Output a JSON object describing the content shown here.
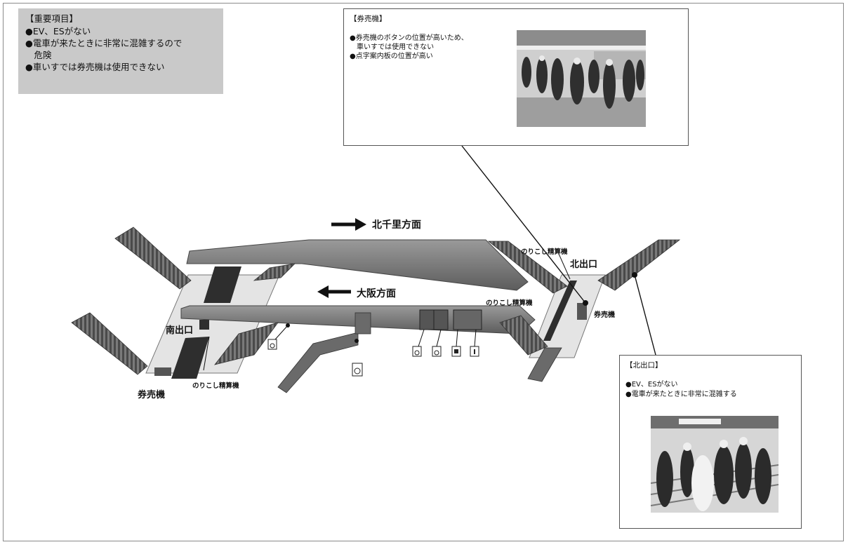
{
  "important_items": {
    "title": "【重要項目】",
    "items": [
      "●EV、ESがない",
      "●電車が来たときに非常に混雑するので\n　危険",
      "●車いすでは券売機は使用できない"
    ]
  },
  "ticket_machine_callout": {
    "title": "【券売機】",
    "items": [
      "●券売機のボタンの位置が高いため、\n　車いすでは使用できない",
      "●点字案内板の位置が高い"
    ]
  },
  "north_exit_callout": {
    "title": "【北出口】",
    "items": [
      "●EV、ESがない",
      "●電車が来たときに非常に混雑する"
    ]
  },
  "diagram_labels": {
    "direction_north": "北千里方面",
    "direction_osaka": "大阪方面",
    "north_exit": "北出口",
    "south_exit": "南出口",
    "fare_adjust_top": "のりこし精算機",
    "fare_adjust_mid": "のりこし精算機",
    "fare_adjust_bottom": "のりこし精算機",
    "ticket_machine_right": "券売機",
    "ticket_machine_left": "券売機"
  },
  "colors": {
    "keybox_bg": "#c9c9c9",
    "platform": "#7d7d7d",
    "floor": "#e4e4e4",
    "dark_block": "#2e2e2e"
  }
}
